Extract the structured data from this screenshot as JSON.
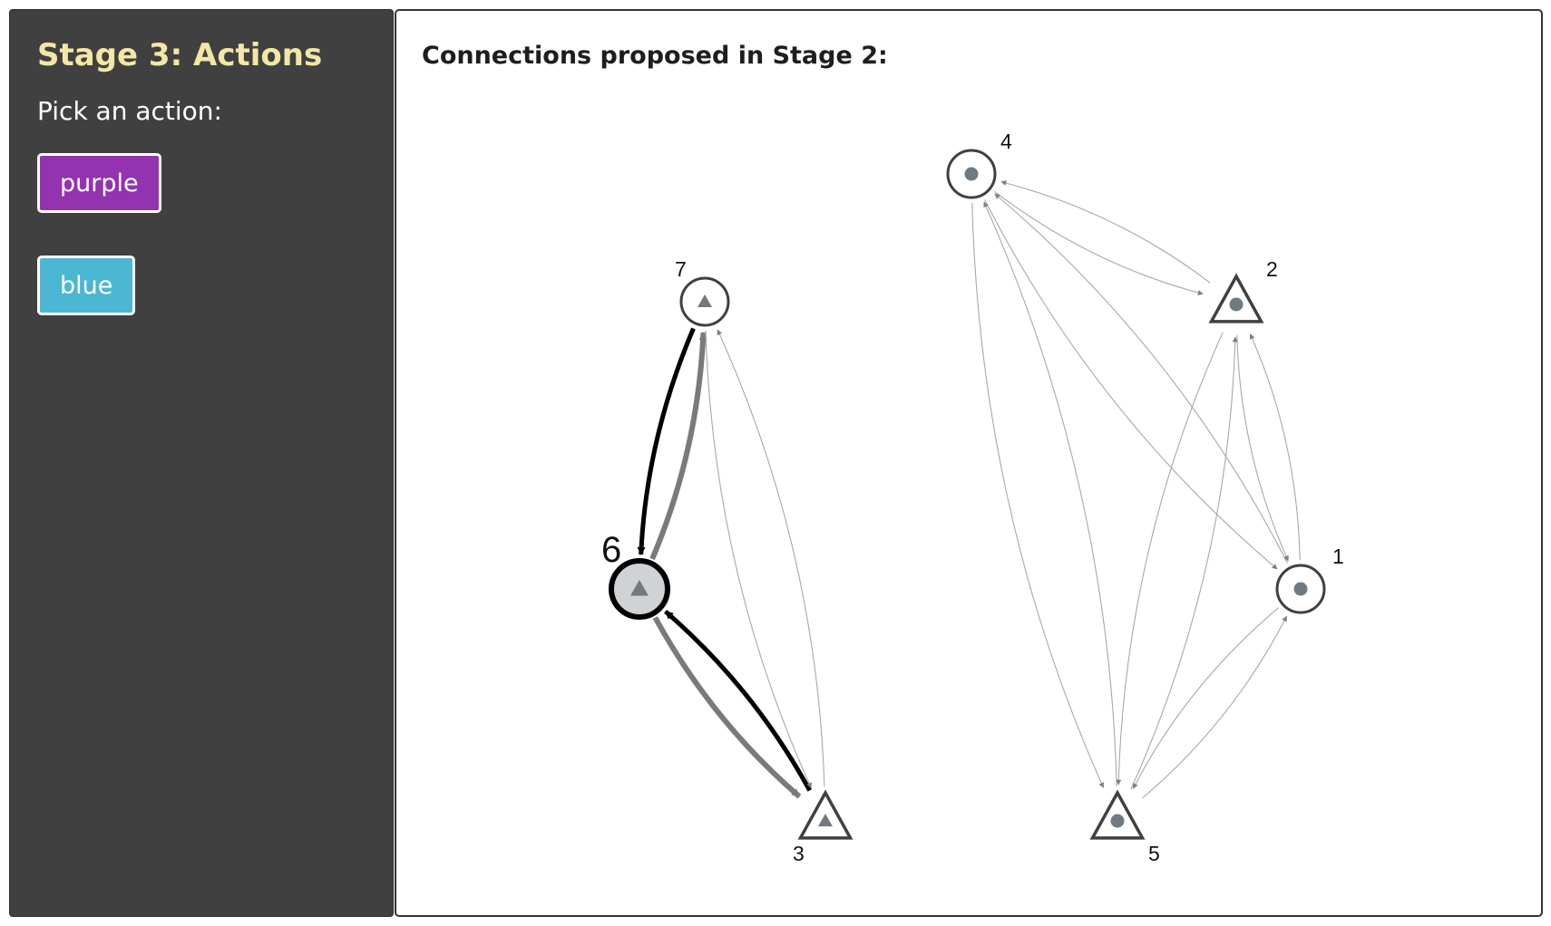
{
  "sidebar": {
    "title": "Stage 3: Actions",
    "prompt": "Pick an action:",
    "actions": [
      {
        "label": "purple",
        "color": "#9333b0"
      },
      {
        "label": "blue",
        "color": "#4bb7d2"
      }
    ]
  },
  "main": {
    "title": "Connections proposed in Stage 2:"
  },
  "graph": {
    "nodes": [
      {
        "id": "1",
        "outer": "circle",
        "inner": "circle",
        "selected": false
      },
      {
        "id": "2",
        "outer": "triangle",
        "inner": "circle",
        "selected": false
      },
      {
        "id": "3",
        "outer": "triangle",
        "inner": "triangle",
        "selected": false
      },
      {
        "id": "4",
        "outer": "circle",
        "inner": "circle",
        "selected": false
      },
      {
        "id": "5",
        "outer": "triangle",
        "inner": "circle",
        "selected": false
      },
      {
        "id": "6",
        "outer": "circle",
        "inner": "triangle",
        "selected": true
      },
      {
        "id": "7",
        "outer": "circle",
        "inner": "triangle",
        "selected": false
      }
    ],
    "edges": [
      {
        "from": "6",
        "to": "7",
        "style": "gray-bold"
      },
      {
        "from": "7",
        "to": "6",
        "style": "black-bold"
      },
      {
        "from": "6",
        "to": "3",
        "style": "gray-bold"
      },
      {
        "from": "3",
        "to": "6",
        "style": "black-bold"
      },
      {
        "from": "7",
        "to": "3",
        "style": "thin"
      },
      {
        "from": "3",
        "to": "7",
        "style": "thin"
      },
      {
        "from": "4",
        "to": "2",
        "style": "thin"
      },
      {
        "from": "2",
        "to": "4",
        "style": "thin"
      },
      {
        "from": "4",
        "to": "1",
        "style": "thin"
      },
      {
        "from": "1",
        "to": "4",
        "style": "thin"
      },
      {
        "from": "4",
        "to": "5",
        "style": "thin"
      },
      {
        "from": "5",
        "to": "4",
        "style": "thin"
      },
      {
        "from": "2",
        "to": "1",
        "style": "thin"
      },
      {
        "from": "1",
        "to": "2",
        "style": "thin"
      },
      {
        "from": "2",
        "to": "5",
        "style": "thin"
      },
      {
        "from": "5",
        "to": "2",
        "style": "thin"
      },
      {
        "from": "1",
        "to": "5",
        "style": "thin"
      },
      {
        "from": "5",
        "to": "1",
        "style": "thin"
      }
    ],
    "colors": {
      "node_stroke": "#404040",
      "node_inner": "#6f7a82",
      "selected_fill": "#cfd3d6",
      "gray_edge": "#7a7a7a",
      "black_edge": "#000000",
      "thin_edge": "#a8a8a8"
    }
  }
}
